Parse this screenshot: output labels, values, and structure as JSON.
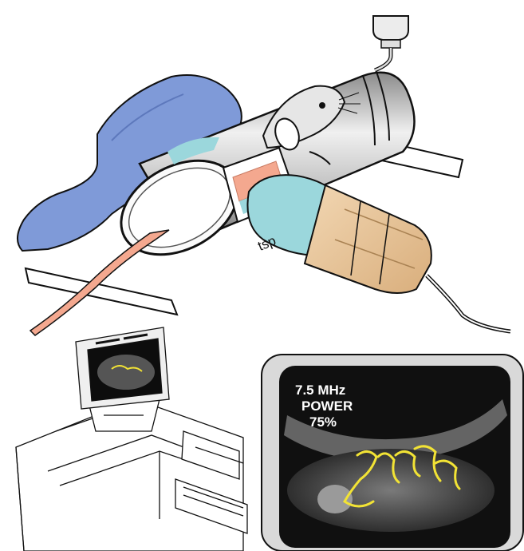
{
  "illustration": {
    "probe_label": "tsp",
    "ultrasound_readout": {
      "frequency": "7.5 MHz",
      "power_label": "POWER",
      "power_value": "75%"
    },
    "colors": {
      "drape": "#7f9ad8",
      "probe_body": "#e8c79c",
      "gel": "#9bd7dc",
      "tube": "#c9c9c9",
      "tail": "#f4a88f",
      "monitor_bg": "#0d0d0d",
      "trace": "#f2e335"
    }
  }
}
